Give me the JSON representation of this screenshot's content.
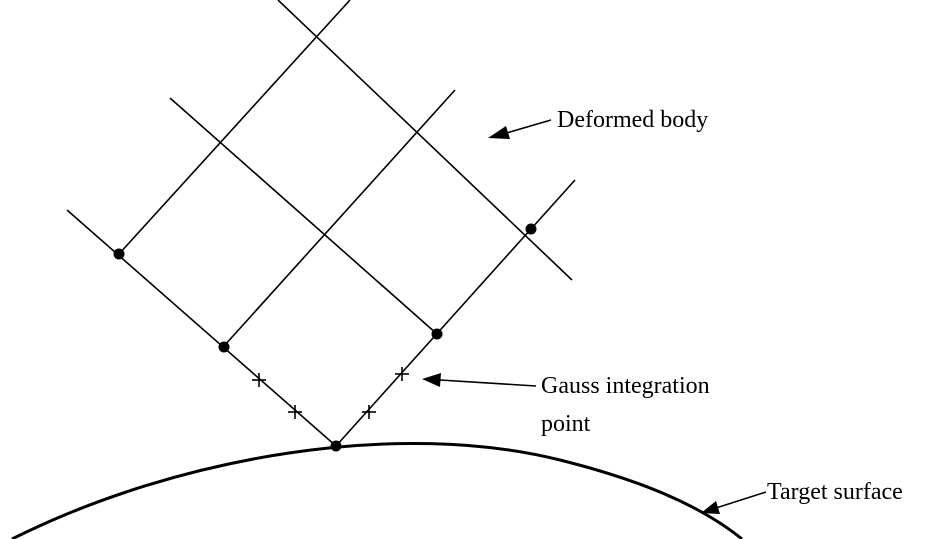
{
  "labels": {
    "deformed_body": "Deformed body",
    "gauss_line1": "Gauss integration",
    "gauss_line2": "point",
    "target_surface": "Target surface"
  }
}
